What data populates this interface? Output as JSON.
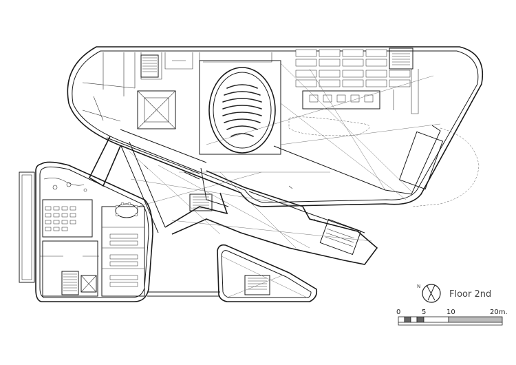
{
  "floor_label": "Floor 2nd",
  "north_label": "N",
  "scale": {
    "ticks": [
      "0",
      "5",
      "10",
      "20m."
    ]
  }
}
